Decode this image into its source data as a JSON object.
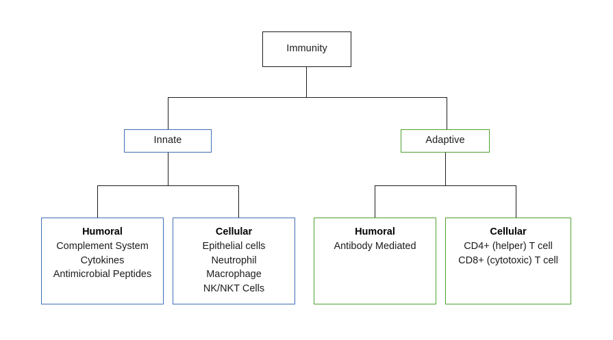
{
  "diagram": {
    "title_node": {
      "label": "Immunity"
    },
    "level2": [
      {
        "label": "Innate",
        "accent": "#3e6db5"
      },
      {
        "label": "Adaptive",
        "accent": "#4ca02c"
      }
    ],
    "level3": [
      {
        "accent": "#3e6db5",
        "heading": "Humoral",
        "items": [
          "Complement System",
          "Cytokines",
          "Antimicrobial Peptides"
        ]
      },
      {
        "accent": "#3e6db5",
        "heading": "Cellular",
        "items": [
          "Epithelial cells",
          "Neutrophil",
          "Macrophage",
          "NK/NKT Cells"
        ]
      },
      {
        "accent": "#4ca02c",
        "heading": "Humoral",
        "items": [
          "Antibody Mediated"
        ]
      },
      {
        "accent": "#4ca02c",
        "heading": "Cellular",
        "items": [
          "CD4+ (helper) T cell",
          "CD8+ (cytotoxic) T cell"
        ]
      }
    ],
    "colors": {
      "connector": "#1a1a1a",
      "innate_accent": "#3e6db5",
      "adaptive_accent": "#4ca02c",
      "background": "#ffffff"
    }
  }
}
